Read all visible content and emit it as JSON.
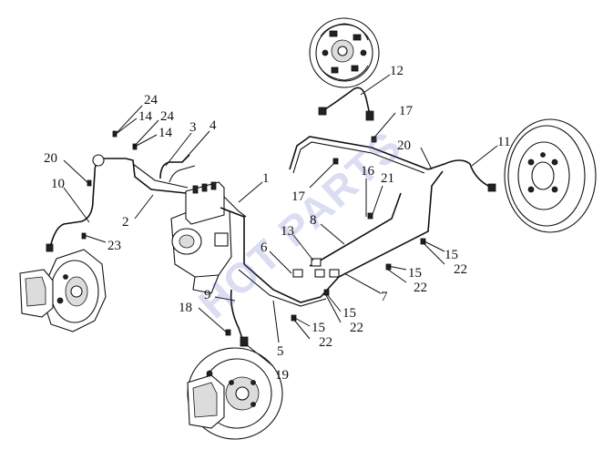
{
  "watermark": "HOT PARTS",
  "callouts": [
    {
      "id": "c24a",
      "text": "24"
    },
    {
      "id": "c14a",
      "text": "14"
    },
    {
      "id": "c24b",
      "text": "24"
    },
    {
      "id": "c14b",
      "text": "14"
    },
    {
      "id": "c3",
      "text": "3"
    },
    {
      "id": "c4",
      "text": "4"
    },
    {
      "id": "c20a",
      "text": "20"
    },
    {
      "id": "c10",
      "text": "10"
    },
    {
      "id": "c2",
      "text": "2"
    },
    {
      "id": "c1",
      "text": "1"
    },
    {
      "id": "c23",
      "text": "23"
    },
    {
      "id": "c12",
      "text": "12"
    },
    {
      "id": "c17a",
      "text": "17"
    },
    {
      "id": "c20b",
      "text": "20"
    },
    {
      "id": "c11",
      "text": "11"
    },
    {
      "id": "c16",
      "text": "16"
    },
    {
      "id": "c21",
      "text": "21"
    },
    {
      "id": "c17b",
      "text": "17"
    },
    {
      "id": "c8",
      "text": "8"
    },
    {
      "id": "c13",
      "text": "13"
    },
    {
      "id": "c6",
      "text": "6"
    },
    {
      "id": "c15a",
      "text": "15"
    },
    {
      "id": "c22a",
      "text": "22"
    },
    {
      "id": "c15b",
      "text": "15"
    },
    {
      "id": "c22b",
      "text": "22"
    },
    {
      "id": "c7",
      "text": "7"
    },
    {
      "id": "c15c",
      "text": "15"
    },
    {
      "id": "c22c",
      "text": "22"
    },
    {
      "id": "c15d",
      "text": "15"
    },
    {
      "id": "c22d",
      "text": "22"
    },
    {
      "id": "c9",
      "text": "9"
    },
    {
      "id": "c18",
      "text": "18"
    },
    {
      "id": "c5",
      "text": "5"
    },
    {
      "id": "c19",
      "text": "19"
    }
  ]
}
